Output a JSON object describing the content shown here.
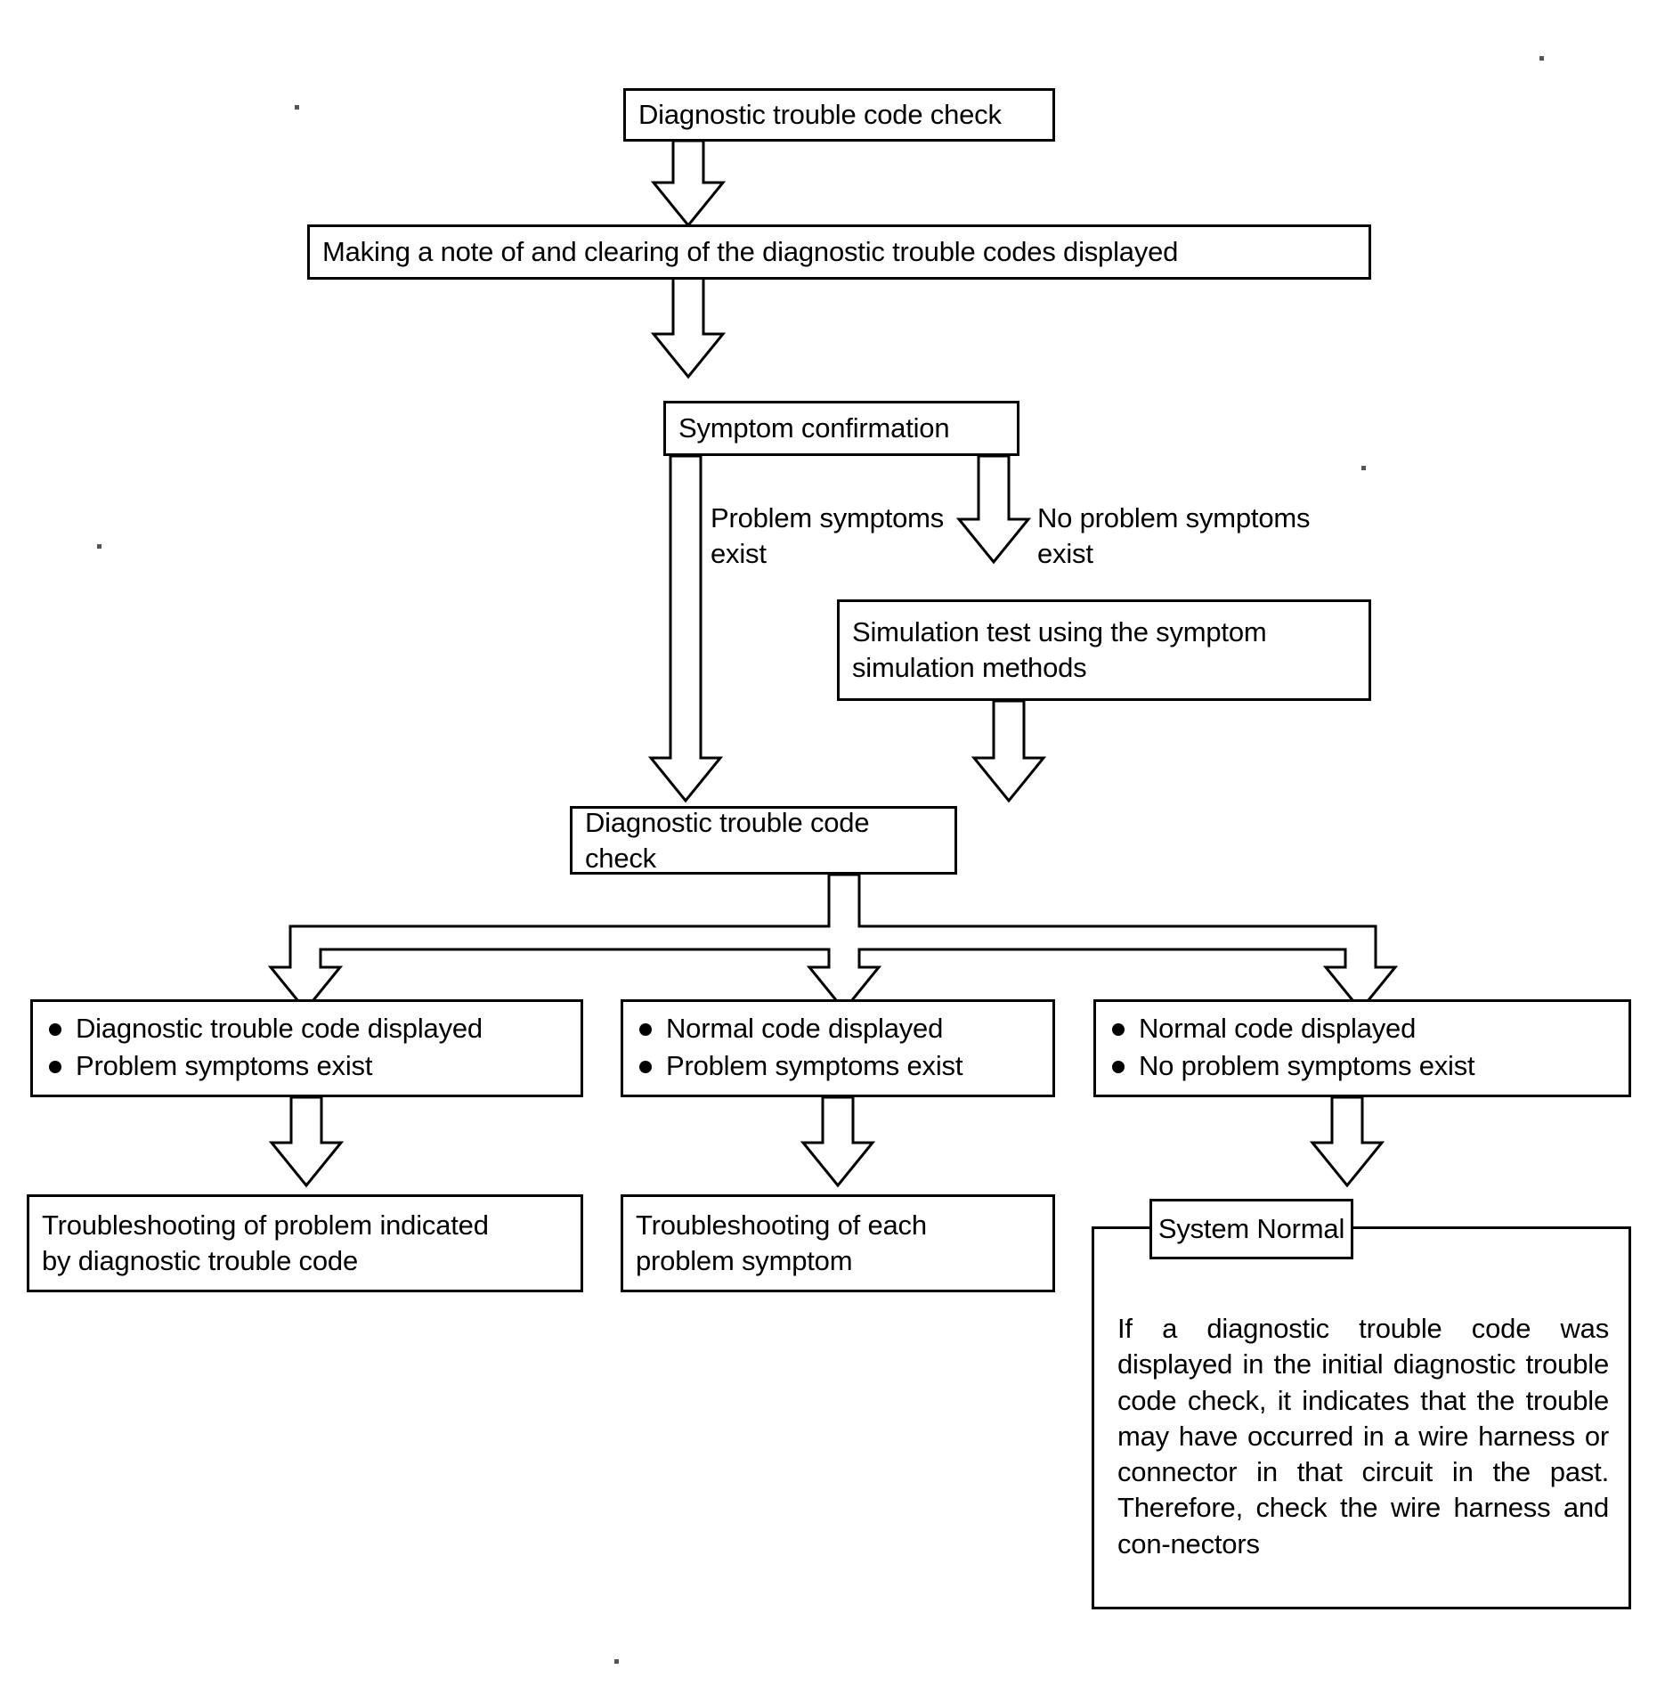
{
  "diagram": {
    "title": "Diagnostic trouble code check flowchart",
    "type": "flowchart",
    "orientation": "top-down",
    "nodes": {
      "start": {
        "label": "Diagnostic trouble code check"
      },
      "clear": {
        "label": "Making a note of and clearing of the diagnostic trouble codes displayed"
      },
      "symptom": {
        "label": "Symptom confirmation"
      },
      "simulation": {
        "line1": "Simulation test using the symptom",
        "line2": "simulation methods"
      },
      "recheck": {
        "label": "Diagnostic trouble code check"
      },
      "result_left": {
        "bullets": [
          "Diagnostic trouble code displayed",
          "Problem symptoms exist"
        ]
      },
      "result_mid": {
        "bullets": [
          "Normal code displayed",
          "Problem symptoms exist"
        ]
      },
      "result_right": {
        "bullets": [
          "Normal code displayed",
          "No problem symptoms exist"
        ]
      },
      "action_left": {
        "line1": "Troubleshooting of problem indicated",
        "line2": "by diagnostic trouble code"
      },
      "action_mid": {
        "line1": "Troubleshooting of each",
        "line2": "problem symptom"
      },
      "system_normal": {
        "tab_label": "System Normal",
        "body": "If a diagnostic trouble code was displayed in the initial diagnostic trouble code check, it indicates that the trouble may have occurred in a wire harness or connector in that circuit in the past. Therefore, check the wire harness and con-nectors"
      }
    },
    "edge_labels": {
      "problem_exists": "Problem symptoms\nexist",
      "no_problem_exists": "No problem symptoms\nexist"
    },
    "colors": {
      "stroke": "#000000",
      "fill": "#ffffff",
      "background": "#ffffff"
    }
  }
}
